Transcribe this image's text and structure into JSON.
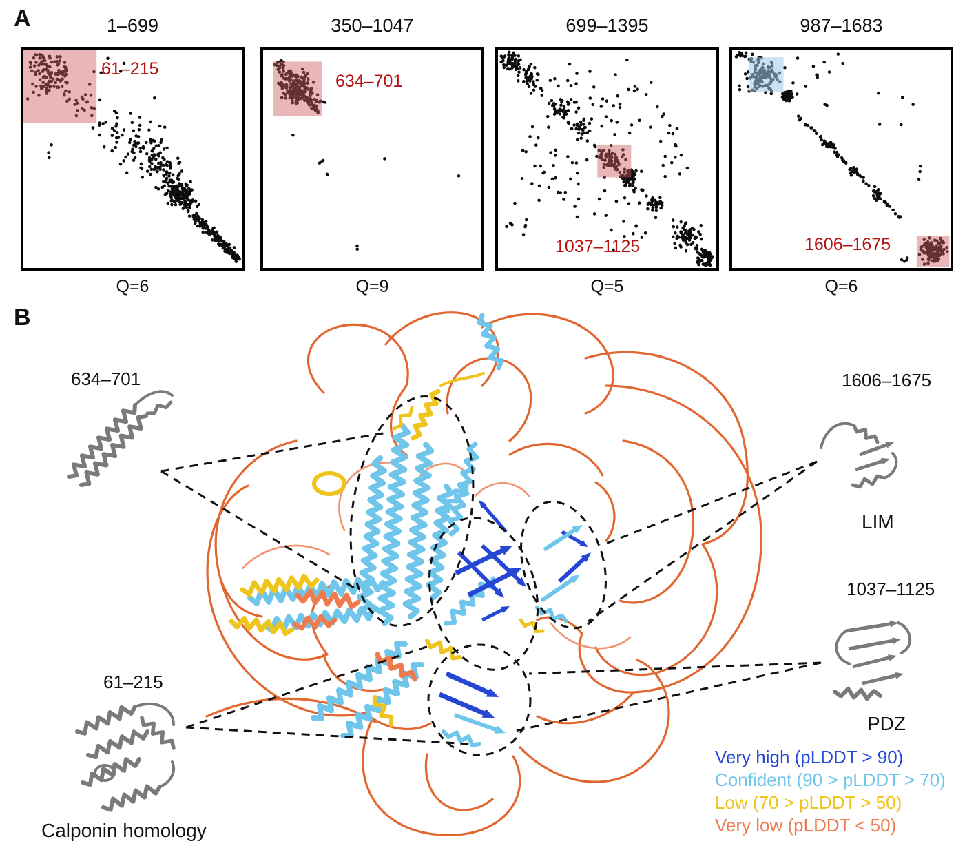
{
  "figure": {
    "panel_a_label": "A",
    "panel_b_label": "B",
    "dot_color": "#0d0d0d",
    "annotation_red": "#b51212"
  },
  "chart_data": [
    {
      "type": "scatter",
      "title": "1–699",
      "q_label": "Q=6",
      "highlight_label": "61–215",
      "seed": 11,
      "axis_range": [
        1,
        699
      ],
      "highlights": [
        {
          "x": 0.0,
          "y": 0.0,
          "w": 0.335,
          "h": 0.335,
          "color": "#cf5f5f",
          "opacity": 0.45
        }
      ],
      "clusters": [
        {
          "kind": "blob",
          "cx": 0.14,
          "cy": 0.13,
          "sx": 0.075,
          "sy": 0.07,
          "n": 95
        },
        {
          "kind": "blob",
          "cx": 0.07,
          "cy": 0.05,
          "sx": 0.04,
          "sy": 0.03,
          "n": 18
        },
        {
          "kind": "blob",
          "cx": 0.26,
          "cy": 0.22,
          "sx": 0.05,
          "sy": 0.05,
          "n": 14
        },
        {
          "kind": "blob",
          "cx": 0.4,
          "cy": 0.1,
          "sx": 0.06,
          "sy": 0.05,
          "n": 5
        },
        {
          "kind": "blob",
          "cx": 0.47,
          "cy": 0.38,
          "sx": 0.12,
          "sy": 0.1,
          "n": 40
        },
        {
          "kind": "blob",
          "cx": 0.56,
          "cy": 0.48,
          "sx": 0.09,
          "sy": 0.08,
          "n": 55
        },
        {
          "kind": "blob",
          "cx": 0.64,
          "cy": 0.56,
          "sx": 0.06,
          "sy": 0.06,
          "n": 45
        },
        {
          "kind": "blob",
          "cx": 0.72,
          "cy": 0.66,
          "sx": 0.045,
          "sy": 0.045,
          "n": 85
        },
        {
          "kind": "diag",
          "x0": 0.66,
          "y0": 0.6,
          "x1": 0.78,
          "y1": 0.72,
          "s": 0.03,
          "n": 60
        },
        {
          "kind": "diag",
          "x0": 0.78,
          "y0": 0.76,
          "x1": 0.99,
          "y1": 0.97,
          "s": 0.016,
          "n": 150
        },
        {
          "kind": "blob",
          "cx": 0.12,
          "cy": 0.47,
          "sx": 0.02,
          "sy": 0.06,
          "n": 3
        },
        {
          "kind": "blob",
          "cx": 0.33,
          "cy": 0.3,
          "sx": 0.08,
          "sy": 0.07,
          "n": 10
        }
      ]
    },
    {
      "type": "scatter",
      "title": "350–1047",
      "q_label": "Q=9",
      "highlight_label": "634–701",
      "seed": 22,
      "axis_range": [
        350,
        1047
      ],
      "highlights": [
        {
          "x": 0.045,
          "y": 0.055,
          "w": 0.225,
          "h": 0.25,
          "color": "#cf5f5f",
          "opacity": 0.45
        }
      ],
      "clusters": [
        {
          "kind": "blob",
          "cx": 0.155,
          "cy": 0.175,
          "sx": 0.055,
          "sy": 0.055,
          "n": 130
        },
        {
          "kind": "diag",
          "x0": 0.055,
          "y0": 0.07,
          "x1": 0.26,
          "y1": 0.29,
          "s": 0.012,
          "n": 60
        },
        {
          "kind": "diag",
          "x0": 0.07,
          "y0": 0.05,
          "x1": 0.27,
          "y1": 0.25,
          "s": 0.01,
          "n": 40
        },
        {
          "kind": "blob",
          "cx": 0.265,
          "cy": 0.525,
          "sx": 0.012,
          "sy": 0.012,
          "n": 3
        },
        {
          "kind": "blob",
          "cx": 0.295,
          "cy": 0.565,
          "sx": 0.01,
          "sy": 0.01,
          "n": 2
        },
        {
          "kind": "blob",
          "cx": 0.555,
          "cy": 0.5,
          "sx": 0.006,
          "sy": 0.006,
          "n": 1
        },
        {
          "kind": "blob",
          "cx": 0.425,
          "cy": 0.905,
          "sx": 0.012,
          "sy": 0.008,
          "n": 2
        },
        {
          "kind": "blob",
          "cx": 0.89,
          "cy": 0.575,
          "sx": 0.005,
          "sy": 0.005,
          "n": 1
        },
        {
          "kind": "blob",
          "cx": 0.13,
          "cy": 0.4,
          "sx": 0.01,
          "sy": 0.01,
          "n": 1
        }
      ]
    },
    {
      "type": "scatter",
      "title": "699–1395",
      "q_label": "Q=5",
      "highlight_label": "1037–1125",
      "seed": 33,
      "axis_range": [
        699,
        1395
      ],
      "highlights": [
        {
          "x": 0.455,
          "y": 0.435,
          "w": 0.155,
          "h": 0.15,
          "color": "#cf5f5f",
          "opacity": 0.45
        }
      ],
      "clusters": [
        {
          "kind": "diag",
          "x0": 0.02,
          "y0": 0.02,
          "x1": 0.98,
          "y1": 0.98,
          "s": 0.018,
          "n": 80
        },
        {
          "kind": "blob",
          "cx": 0.06,
          "cy": 0.05,
          "sx": 0.045,
          "sy": 0.04,
          "n": 55
        },
        {
          "kind": "blob",
          "cx": 0.15,
          "cy": 0.12,
          "sx": 0.04,
          "sy": 0.04,
          "n": 30
        },
        {
          "kind": "blob",
          "cx": 0.29,
          "cy": 0.27,
          "sx": 0.035,
          "sy": 0.035,
          "n": 25
        },
        {
          "kind": "blob",
          "cx": 0.38,
          "cy": 0.36,
          "sx": 0.03,
          "sy": 0.03,
          "n": 20
        },
        {
          "kind": "blob",
          "cx": 0.52,
          "cy": 0.5,
          "sx": 0.04,
          "sy": 0.04,
          "n": 50
        },
        {
          "kind": "blob",
          "cx": 0.6,
          "cy": 0.585,
          "sx": 0.028,
          "sy": 0.028,
          "n": 75
        },
        {
          "kind": "blob",
          "cx": 0.72,
          "cy": 0.7,
          "sx": 0.03,
          "sy": 0.03,
          "n": 30
        },
        {
          "kind": "blob",
          "cx": 0.87,
          "cy": 0.86,
          "sx": 0.05,
          "sy": 0.05,
          "n": 65
        },
        {
          "kind": "blob",
          "cx": 0.95,
          "cy": 0.945,
          "sx": 0.035,
          "sy": 0.035,
          "n": 55
        },
        {
          "kind": "blob",
          "cx": 0.45,
          "cy": 0.22,
          "sx": 0.2,
          "sy": 0.13,
          "n": 45
        },
        {
          "kind": "blob",
          "cx": 0.3,
          "cy": 0.55,
          "sx": 0.18,
          "sy": 0.15,
          "n": 40
        },
        {
          "kind": "blob",
          "cx": 0.78,
          "cy": 0.42,
          "sx": 0.1,
          "sy": 0.12,
          "n": 20
        },
        {
          "kind": "blob",
          "cx": 0.6,
          "cy": 0.78,
          "sx": 0.12,
          "sy": 0.1,
          "n": 18
        },
        {
          "kind": "blob",
          "cx": 0.1,
          "cy": 0.78,
          "sx": 0.06,
          "sy": 0.08,
          "n": 8
        }
      ]
    },
    {
      "type": "scatter",
      "title": "987–1683",
      "q_label": "Q=6",
      "highlight_label": "1606–1675",
      "seed": 44,
      "axis_range": [
        987,
        1683
      ],
      "highlights": [
        {
          "x": 0.075,
          "y": 0.035,
          "w": 0.16,
          "h": 0.16,
          "color": "#9ecbe8",
          "opacity": 0.55
        },
        {
          "x": 0.845,
          "y": 0.855,
          "w": 0.15,
          "h": 0.14,
          "color": "#cf5f5f",
          "opacity": 0.45
        }
      ],
      "clusters": [
        {
          "kind": "blob",
          "cx": 0.14,
          "cy": 0.12,
          "sx": 0.07,
          "sy": 0.065,
          "n": 120
        },
        {
          "kind": "blob",
          "cx": 0.255,
          "cy": 0.21,
          "sx": 0.018,
          "sy": 0.018,
          "n": 55
        },
        {
          "kind": "blob",
          "cx": 0.045,
          "cy": 0.03,
          "sx": 0.03,
          "sy": 0.02,
          "n": 14
        },
        {
          "kind": "diag",
          "x0": 0.3,
          "y0": 0.3,
          "x1": 0.78,
          "y1": 0.78,
          "s": 0.006,
          "n": 55
        },
        {
          "kind": "blob",
          "cx": 0.445,
          "cy": 0.44,
          "sx": 0.022,
          "sy": 0.018,
          "n": 18
        },
        {
          "kind": "blob",
          "cx": 0.56,
          "cy": 0.555,
          "sx": 0.018,
          "sy": 0.018,
          "n": 15
        },
        {
          "kind": "blob",
          "cx": 0.665,
          "cy": 0.66,
          "sx": 0.018,
          "sy": 0.022,
          "n": 20
        },
        {
          "kind": "blob",
          "cx": 0.92,
          "cy": 0.925,
          "sx": 0.04,
          "sy": 0.037,
          "n": 120
        },
        {
          "kind": "blob",
          "cx": 0.47,
          "cy": 0.07,
          "sx": 0.15,
          "sy": 0.05,
          "n": 8
        },
        {
          "kind": "blob",
          "cx": 0.36,
          "cy": 0.2,
          "sx": 0.1,
          "sy": 0.08,
          "n": 7
        },
        {
          "kind": "blob",
          "cx": 0.75,
          "cy": 0.28,
          "sx": 0.08,
          "sy": 0.08,
          "n": 5
        },
        {
          "kind": "blob",
          "cx": 0.86,
          "cy": 0.56,
          "sx": 0.04,
          "sy": 0.04,
          "n": 3
        },
        {
          "kind": "blob",
          "cx": 0.79,
          "cy": 0.965,
          "sx": 0.02,
          "sy": 0.012,
          "n": 4
        }
      ]
    }
  ],
  "structure": {
    "domains": [
      {
        "range": "634–701",
        "name": ""
      },
      {
        "range": "1606–1675",
        "name": "LIM"
      },
      {
        "range": "1037–1125",
        "name": "PDZ"
      },
      {
        "range": "61–215",
        "name": "Calponin homology"
      }
    ],
    "legend": {
      "items": [
        {
          "label": "Very high (pLDDT > 90)",
          "color": "#2646d4"
        },
        {
          "label": "Confident (90 > pLDDT > 70)",
          "color": "#70c6ea"
        },
        {
          "label": "Low (70 > pLDDT > 50)",
          "color": "#efc41d"
        },
        {
          "label": "Very low (pLDDT < 50)",
          "color": "#ee7b4d"
        }
      ]
    },
    "colors": {
      "loop_orange": "#e2662f",
      "loop_salmon": "#f0926c",
      "domain_gray": "#7a7a7a",
      "outline_black": "#111111"
    }
  }
}
